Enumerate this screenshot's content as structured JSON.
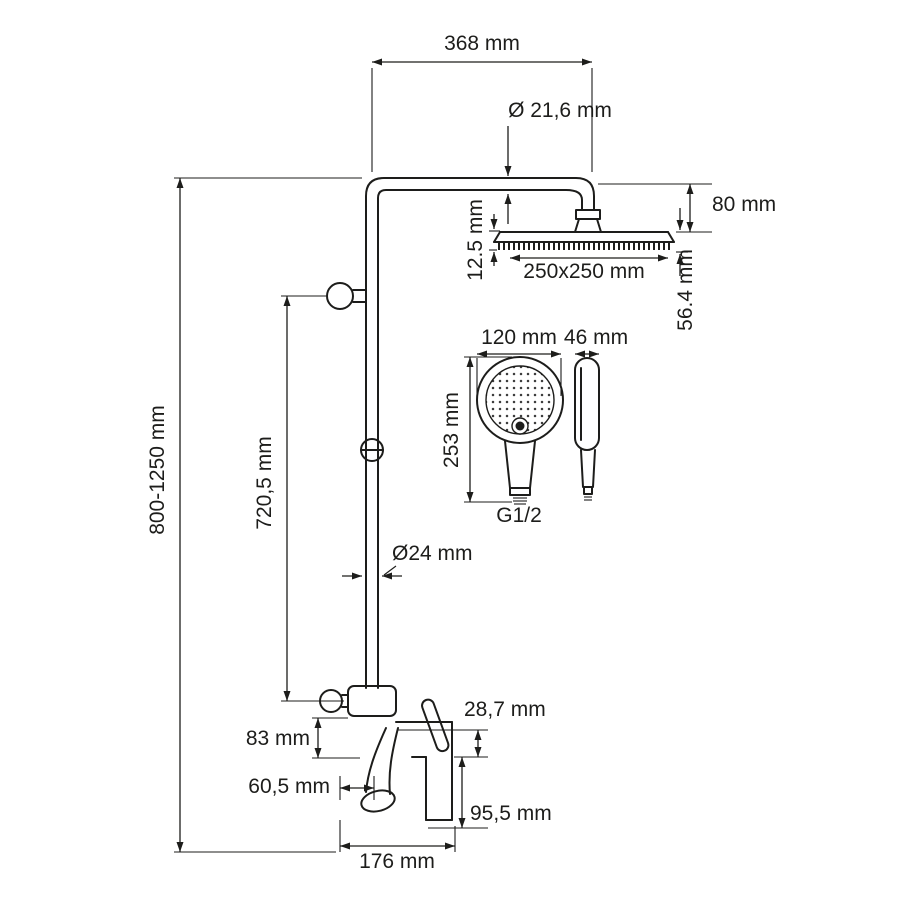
{
  "diagram": {
    "type": "technical-dimension-drawing",
    "subject": "shower-system",
    "line_color": "#1d1d1b",
    "background": "#ffffff",
    "labels": {
      "top_width": "368 mm",
      "top_pipe_diameter": "Ø 21,6 mm",
      "head_drop": "80 mm",
      "head_edge": "12.5 mm",
      "head_size": "250x250 mm",
      "head_depth": "56.4 mm",
      "handshower_width": "120 mm",
      "handshower_depth": "46 mm",
      "handshower_length": "253 mm",
      "thread": "G1/2",
      "total_height": "800-1250 mm",
      "riser_height": "720,5 mm",
      "riser_diameter": "Ø24 mm",
      "mixer_drop": "83 mm",
      "spout_drop_small": "28,7 mm",
      "spout_offset": "60,5 mm",
      "spout_height": "95,5 mm",
      "base_width": "176 mm"
    }
  }
}
